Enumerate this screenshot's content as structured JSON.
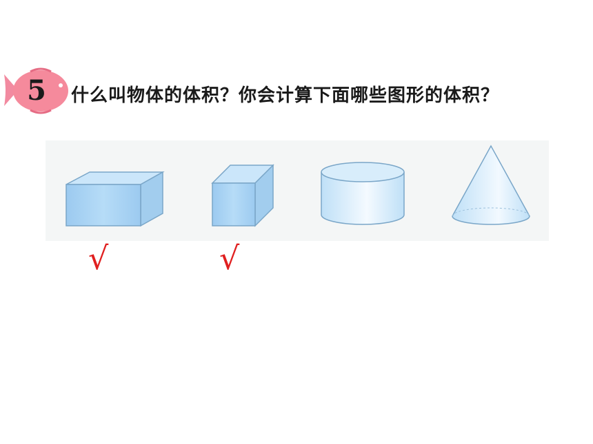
{
  "question": {
    "number": "5",
    "text": "什么叫物体的体积？你会计算下面哪些图形的体积？"
  },
  "shapes": [
    {
      "name": "cuboid",
      "checked": true
    },
    {
      "name": "cube",
      "checked": true
    },
    {
      "name": "cylinder",
      "checked": false
    },
    {
      "name": "cone",
      "checked": false
    }
  ],
  "check_symbol": "√",
  "colors": {
    "fish": "#f58a9c",
    "shape_fill": "#a9d4f5",
    "shape_stroke": "#7aa6c8",
    "check": "#e02020"
  }
}
